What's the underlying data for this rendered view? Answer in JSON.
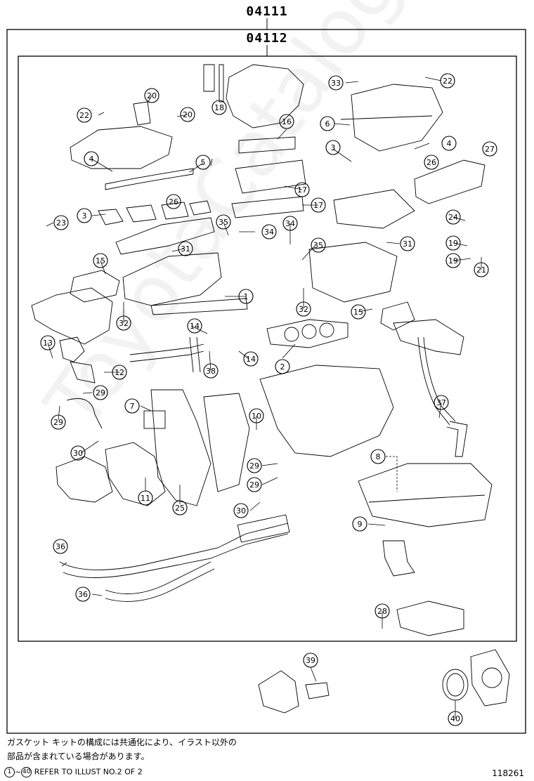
{
  "header": {
    "outer_part_no": "04111",
    "inner_part_no": "04112"
  },
  "callouts": [
    {
      "n": "1"
    },
    {
      "n": "2"
    },
    {
      "n": "3"
    },
    {
      "n": "3"
    },
    {
      "n": "4"
    },
    {
      "n": "4"
    },
    {
      "n": "5"
    },
    {
      "n": "6"
    },
    {
      "n": "7"
    },
    {
      "n": "8"
    },
    {
      "n": "9"
    },
    {
      "n": "10"
    },
    {
      "n": "11"
    },
    {
      "n": "12"
    },
    {
      "n": "13"
    },
    {
      "n": "14"
    },
    {
      "n": "14"
    },
    {
      "n": "15"
    },
    {
      "n": "15"
    },
    {
      "n": "16"
    },
    {
      "n": "17"
    },
    {
      "n": "17"
    },
    {
      "n": "18"
    },
    {
      "n": "19"
    },
    {
      "n": "19"
    },
    {
      "n": "20"
    },
    {
      "n": "20"
    },
    {
      "n": "21"
    },
    {
      "n": "22"
    },
    {
      "n": "22"
    },
    {
      "n": "23"
    },
    {
      "n": "24"
    },
    {
      "n": "25"
    },
    {
      "n": "26"
    },
    {
      "n": "26"
    },
    {
      "n": "27"
    },
    {
      "n": "28"
    },
    {
      "n": "29"
    },
    {
      "n": "29"
    },
    {
      "n": "29"
    },
    {
      "n": "29"
    },
    {
      "n": "30"
    },
    {
      "n": "30"
    },
    {
      "n": "31"
    },
    {
      "n": "31"
    },
    {
      "n": "32"
    },
    {
      "n": "32"
    },
    {
      "n": "33"
    },
    {
      "n": "34"
    },
    {
      "n": "34"
    },
    {
      "n": "35"
    },
    {
      "n": "35"
    },
    {
      "n": "36"
    },
    {
      "n": "36"
    },
    {
      "n": "37"
    },
    {
      "n": "38"
    },
    {
      "n": "39"
    },
    {
      "n": "40"
    }
  ],
  "notes": {
    "line1": "ガスケット キットの構成には共通化により、イラスト以外の",
    "line2": "部品が含まれている場合があります。",
    "ref_start": "1",
    "ref_tilde": "~",
    "ref_end": "40",
    "ref_text": "REFER TO ILLUST NO.2 OF 2"
  },
  "figure_number": "118261",
  "watermark": "ToyotaCatalog.ru"
}
